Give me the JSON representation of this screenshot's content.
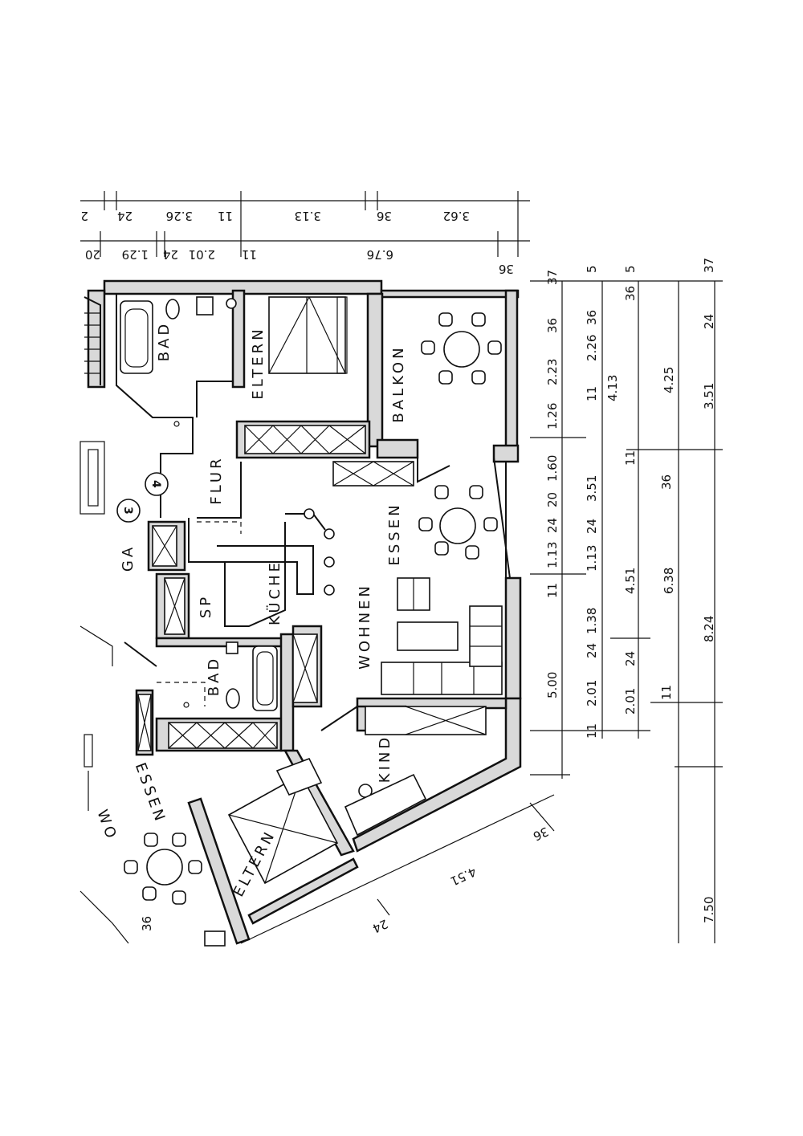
{
  "rooms": {
    "bad_top": "BAD",
    "eltern_top": "ELTERN",
    "balkon": "BALKON",
    "flur": "FLUR",
    "essen_main": "ESSEN",
    "kueche": "KÜCHE",
    "wohnen": "WOHNEN",
    "sp": "SP",
    "bad_mid": "BAD",
    "kind": "KIND",
    "eltern_bottom": "ELTERN",
    "essen_left": "ESSEN",
    "wo": "WO",
    "ga": "GA"
  },
  "circled_numbers": [
    "4",
    "3"
  ],
  "dims_top_row1": [
    "2",
    "24",
    "3.26",
    "11",
    "3.13",
    "36",
    "3.62"
  ],
  "dims_top_row2": [
    "20",
    "1.29",
    "24",
    "2.01",
    "11",
    "6.76",
    "36"
  ],
  "dims_right_col1": [
    "37",
    "36",
    "2.23",
    "1.26",
    "1.60",
    "20",
    "24",
    "1.13",
    "11",
    "5.00"
  ],
  "dims_right_col2": [
    "5",
    "36",
    "2.26",
    "11",
    "4.13",
    "3.51",
    "24",
    "1.13",
    "1.38",
    "24",
    "2.01",
    "11"
  ],
  "dims_right_col3": [
    "5",
    "36",
    "11",
    "36",
    "4.51",
    "24",
    "2.01",
    "11"
  ],
  "dims_right_col4": [
    "37",
    "24",
    "4.25",
    "3.51",
    "6.38",
    "8.24",
    "7.50"
  ],
  "dims_diag": [
    "36",
    "4.51",
    "24",
    "36"
  ]
}
